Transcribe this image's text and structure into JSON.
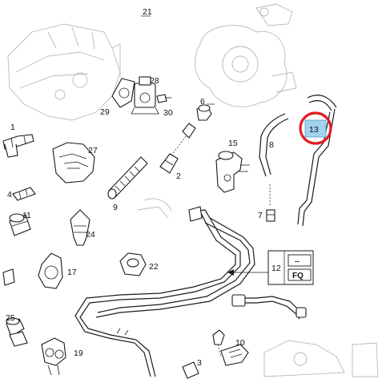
{
  "callouts": {
    "p21": "21",
    "p28": "28",
    "p29": "29",
    "p30": "30",
    "p6": "6",
    "p13": "13",
    "p1": "1",
    "p27": "27",
    "p15": "15",
    "p8": "8",
    "p2": "2",
    "p4": "4",
    "p9": "9",
    "p11": "11",
    "p24": "24",
    "p7": "7",
    "p17": "17",
    "p22": "22",
    "p12": "12",
    "p25": "25",
    "p10": "10",
    "p19": "19",
    "p3": "3"
  },
  "codebox": {
    "top": "--",
    "bottom": "FQ"
  },
  "colors": {
    "highlight": "#e21b24",
    "badge_fill": "#9fd3ef",
    "line": "#1a1a1a",
    "faint": "#b9b9b9"
  }
}
